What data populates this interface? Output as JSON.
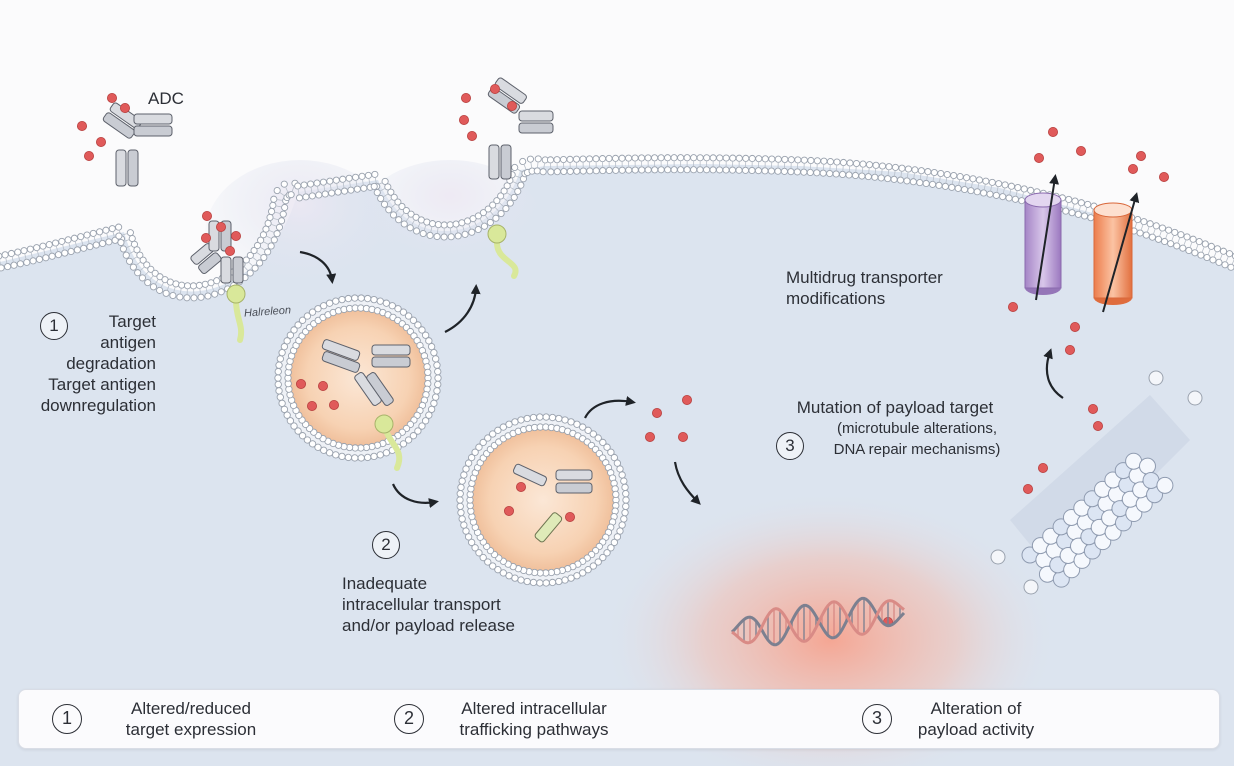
{
  "labels": {
    "adc": "ADC",
    "blurred_label": "Halreleon",
    "step1": {
      "number": "1",
      "lines": [
        "Target",
        "antigen",
        "degradation",
        "Target antigen",
        "downregulation"
      ]
    },
    "step2": {
      "number": "2",
      "lines": [
        "Inadequate",
        "intracellular transport",
        "and/or payload release"
      ]
    },
    "step3": {
      "number": "3",
      "lines": [
        "Mutation of payload target",
        "(microtubule alterations,",
        "DNA repair mechanisms)"
      ]
    },
    "transporter": {
      "lines": [
        "Multidrug transporter",
        "modifications"
      ]
    }
  },
  "legend": [
    {
      "number": "1",
      "lines": [
        "Altered/reduced",
        "target expression"
      ]
    },
    {
      "number": "2",
      "lines": [
        "Altered intracellular",
        "trafficking pathways"
      ]
    },
    {
      "number": "3",
      "lines": [
        "Alteration of",
        "payload activity"
      ]
    }
  ],
  "colors": {
    "cytoplasm": "#dce4ef",
    "membrane_bead": "#ffffff",
    "payload": "#e05a5a",
    "antigen": "#d9e89a",
    "endosome_core": "#f7d2b3",
    "transporter_purple": "#c0a6d8",
    "transporter_orange": "#f29b6e",
    "nucleus_glow": "#f6a38f",
    "dna_a": "#7c8090",
    "dna_b": "#d98b86"
  }
}
